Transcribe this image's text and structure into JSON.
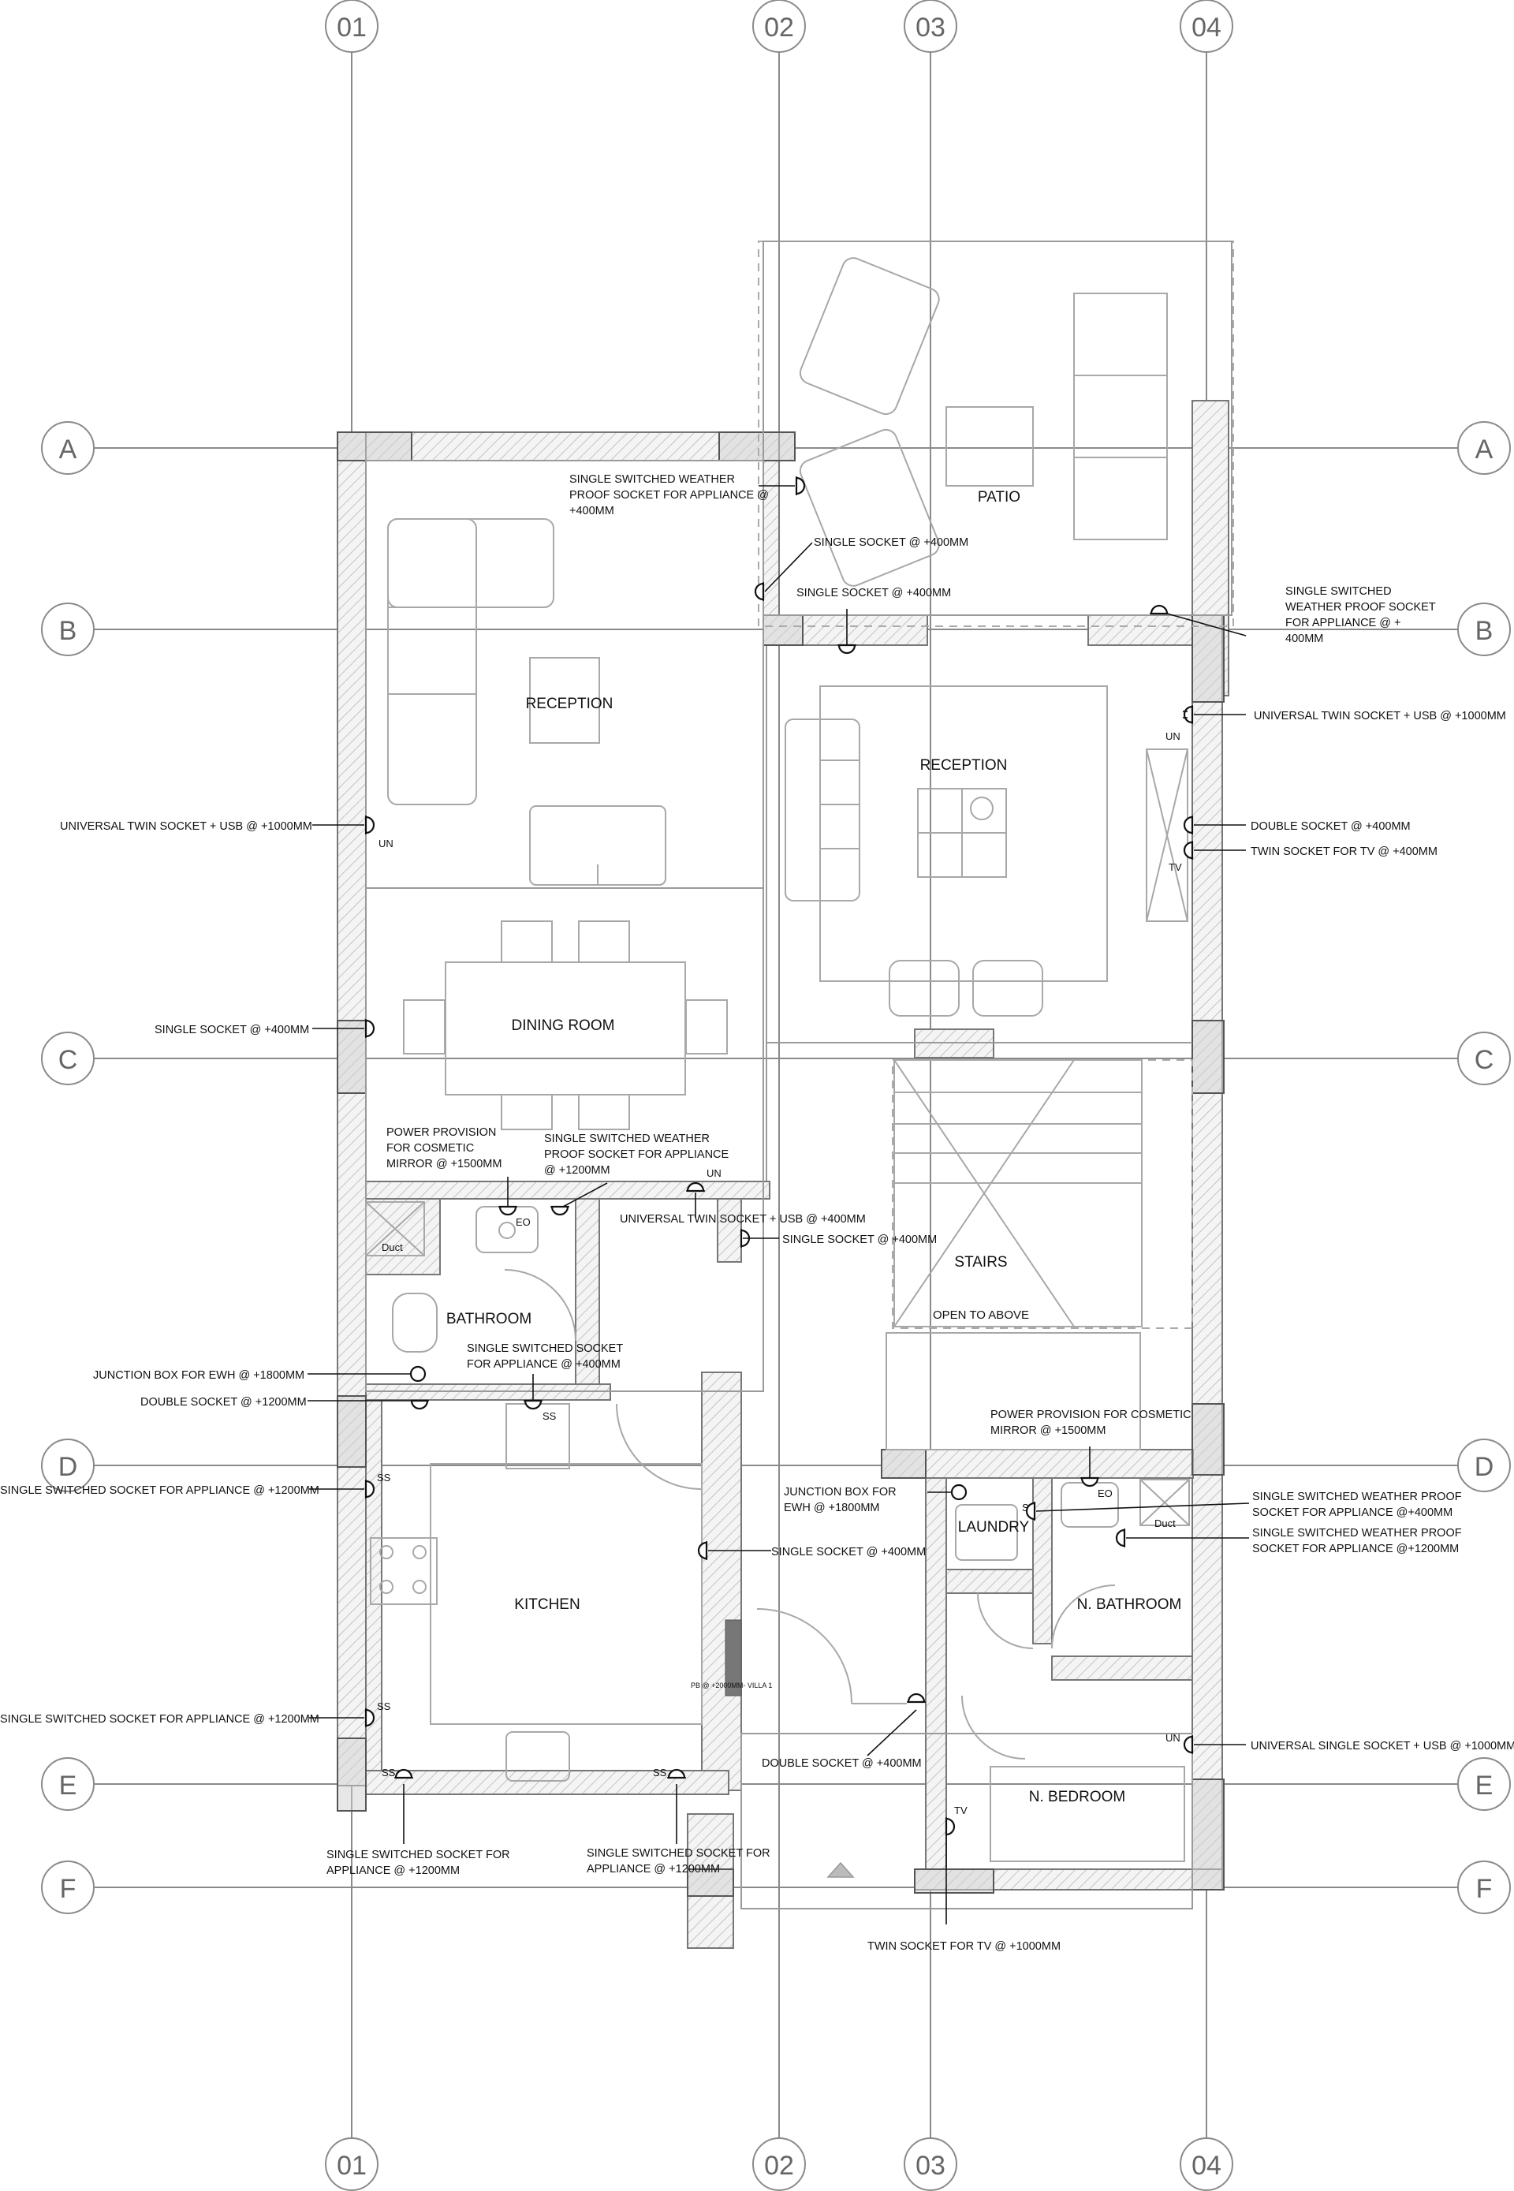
{
  "grid": {
    "columns": [
      "01",
      "02",
      "03",
      "04"
    ],
    "rows": [
      "A",
      "B",
      "C",
      "D",
      "E",
      "F"
    ]
  },
  "rooms": {
    "patio": "PATIO",
    "reception_left": "RECEPTION",
    "reception_right": "RECEPTION",
    "dining": "DINING ROOM",
    "bathroom": "BATHROOM",
    "kitchen": "KITCHEN",
    "stairs": "STAIRS",
    "open_to_above": "OPEN TO ABOVE",
    "laundry": "LAUNDRY",
    "n_bathroom": "N. BATHROOM",
    "n_bedroom": "N. BEDROOM"
  },
  "small_labels": {
    "duct_1": "Duct",
    "duct_2": "Duct",
    "eo_1": "EO",
    "eo_2": "EO",
    "un_1": "UN",
    "un_2": "UN",
    "un_3": "UN",
    "un_4": "UN",
    "tv_1": "TV",
    "tv_2": "TV",
    "ss_1": "SS",
    "ss_2": "SS",
    "ss_3": "SS",
    "ss_4": "SS",
    "ss_5": "SS",
    "ss_6": "SS",
    "pb": "PB @ +2000MM- VILLA 1"
  },
  "annotations": {
    "weather_proof_patio": [
      "SINGLE SWITCHED WEATHER",
      "PROOF SOCKET FOR APPLIANCE @",
      "+400MM"
    ],
    "single_socket_1": [
      "SINGLE SOCKET @ +400MM"
    ],
    "single_socket_2": [
      "SINGLE SOCKET @ +400MM"
    ],
    "weather_proof_right": [
      "SINGLE SWITCHED",
      "WEATHER PROOF SOCKET",
      "FOR APPLIANCE @ +",
      "400MM"
    ],
    "universal_twin_right": [
      "UNIVERSAL TWIN SOCKET + USB @ +1000MM"
    ],
    "universal_twin_left": [
      "UNIVERSAL TWIN SOCKET + USB @ +1000MM"
    ],
    "double_socket_400": [
      "DOUBLE SOCKET @ +400MM"
    ],
    "twin_socket_tv_400": [
      "TWIN SOCKET FOR TV @ +400MM"
    ],
    "single_socket_dining": [
      "SINGLE SOCKET @ +400MM"
    ],
    "power_cosmetic_1": [
      "POWER PROVISION",
      "FOR COSMETIC",
      "MIRROR @ +1500MM"
    ],
    "weather_proof_1200": [
      "SINGLE SWITCHED WEATHER",
      "PROOF SOCKET FOR APPLIANCE",
      "@ +1200MM"
    ],
    "universal_twin_400": [
      "UNIVERSAL TWIN SOCKET + USB @ +400MM"
    ],
    "single_socket_hall": [
      "SINGLE SOCKET @ +400MM"
    ],
    "ss_appliance_400": [
      "SINGLE SWITCHED SOCKET",
      "FOR APPLIANCE @ +400MM"
    ],
    "junction_ewh_1": [
      "JUNCTION BOX FOR EWH @ +1800MM"
    ],
    "double_socket_1200": [
      "DOUBLE SOCKET @ +1200MM"
    ],
    "ss_appliance_1200_a": [
      "SINGLE SWITCHED SOCKET FOR APPLIANCE @ +1200MM"
    ],
    "power_cosmetic_2": [
      "POWER PROVISION FOR COSMETIC",
      "MIRROR @ +1500MM"
    ],
    "junction_ewh_2": [
      "JUNCTION BOX FOR",
      "EWH @ +1800MM"
    ],
    "weather_proof_400_r": [
      "SINGLE SWITCHED WEATHER PROOF",
      "SOCKET FOR APPLIANCE @+400MM"
    ],
    "weather_proof_1200_r": [
      "SINGLE SWITCHED WEATHER PROOF",
      "SOCKET FOR APPLIANCE @+1200MM"
    ],
    "single_socket_kitchen": [
      "SINGLE SOCKET @ +400MM"
    ],
    "ss_appliance_1200_b": [
      "SINGLE SWITCHED SOCKET FOR APPLIANCE @ +1200MM"
    ],
    "double_socket_400_b": [
      "DOUBLE SOCKET @ +400MM"
    ],
    "universal_single": [
      "UNIVERSAL SINGLE SOCKET + USB @ +1000MM"
    ],
    "ss_appliance_bottom_1": [
      "SINGLE SWITCHED SOCKET FOR",
      "APPLIANCE @ +1200MM"
    ],
    "ss_appliance_bottom_2": [
      "SINGLE SWITCHED SOCKET FOR",
      "APPLIANCE @ +1200MM"
    ],
    "twin_tv_1000": [
      "TWIN SOCKET FOR TV @ +1000MM"
    ]
  }
}
